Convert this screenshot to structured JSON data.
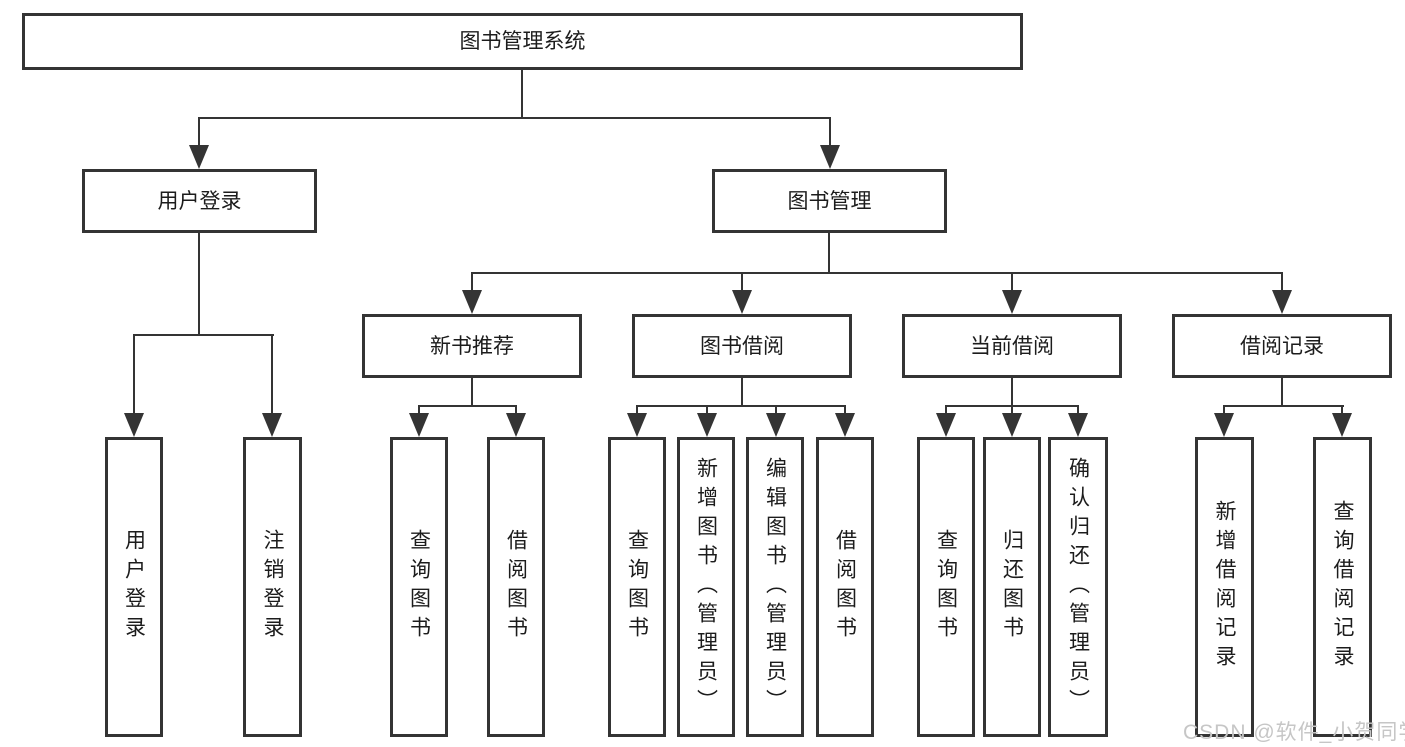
{
  "diagram": {
    "tree": {
      "root": "图书管理系统",
      "children": [
        {
          "label": "用户登录",
          "leaves": [
            "用户登录",
            "注销登录"
          ]
        },
        {
          "label": "图书管理",
          "children": [
            {
              "label": "新书推荐",
              "leaves": [
                "查询图书",
                "借阅图书"
              ]
            },
            {
              "label": "图书借阅",
              "leaves": [
                "查询图书",
                "新增图书（管理员）",
                "编辑图书（管理员）",
                "借阅图书"
              ]
            },
            {
              "label": "当前借阅",
              "leaves": [
                "查询图书",
                "归还图书",
                "确认归还（管理员）"
              ]
            },
            {
              "label": "借阅记录",
              "leaves": [
                "新增借阅记录",
                "查询借阅记录"
              ]
            }
          ]
        }
      ]
    },
    "watermark": "CSDN @软件_小贺同学",
    "colors": {
      "line": "#343434",
      "text": "#1c1c1c",
      "background": "#ffffff",
      "watermark": "#c6c6c6"
    }
  }
}
